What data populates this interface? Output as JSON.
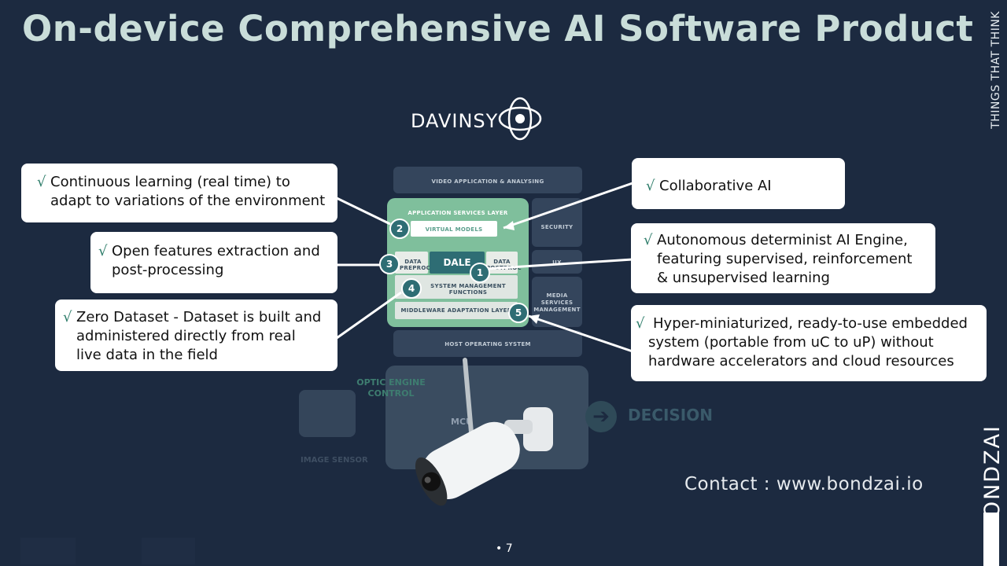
{
  "title": "On-device Comprehensive AI Software Product",
  "tagline": "THINGS THAT THINK",
  "brand": "BONDZAI",
  "davinsy": "DAVINSY",
  "stack": {
    "video_app": "VIDEO APPLICATION & ANALYSING",
    "app_services": "APPLICATION SERVICES LAYER",
    "virtual_models": "VIRTUAL MODELS",
    "data_preproc": "DATA PREPROC",
    "dale": "DALE",
    "data_postproc": "DATA POSTPROC",
    "system_mgmt": "SYSTEM MANAGEMENT FUNCTIONS",
    "middleware": "MIDDLEWARE ADAPTATION LAYER",
    "host_os": "HOST OPERATING SYSTEM",
    "security": "SECURITY",
    "ux": "UX",
    "media_services": "MEDIA SERVICES MANAGEMENT"
  },
  "markers": [
    "1",
    "2",
    "3",
    "4",
    "5"
  ],
  "background": {
    "optic_engine": "OPTIC ENGINE CONTROL",
    "mcu": "MCU",
    "decision": "DECISION",
    "image_sensor": "IMAGE SENSOR"
  },
  "callouts": {
    "continuous": [
      "Continuous learning (real time) to",
      "adapt to variations of the environment"
    ],
    "open_features": [
      "Open features extraction and",
      "post-processing"
    ],
    "zero_dataset": [
      "Zero Dataset - Dataset is built and",
      "administered directly from real",
      "live data in the field"
    ],
    "collaborative": [
      "Collaborative AI"
    ],
    "autonomous": [
      "Autonomous determinist AI Engine,",
      "featuring supervised, reinforcement",
      "& unsupervised learning"
    ],
    "hyper": [
      "Hyper-miniaturized, ready-to-use embedded",
      "system (portable from uC to uP) without",
      "hardware accelerators and cloud resources"
    ]
  },
  "check": "√",
  "contact": "Contact : www.bondzai.io",
  "page_number": "• 7",
  "colors": {
    "background": "#1c2a40",
    "title": "#c9ddd9",
    "accent_green": "#7fbf9c",
    "marker": "#2e6d74"
  }
}
